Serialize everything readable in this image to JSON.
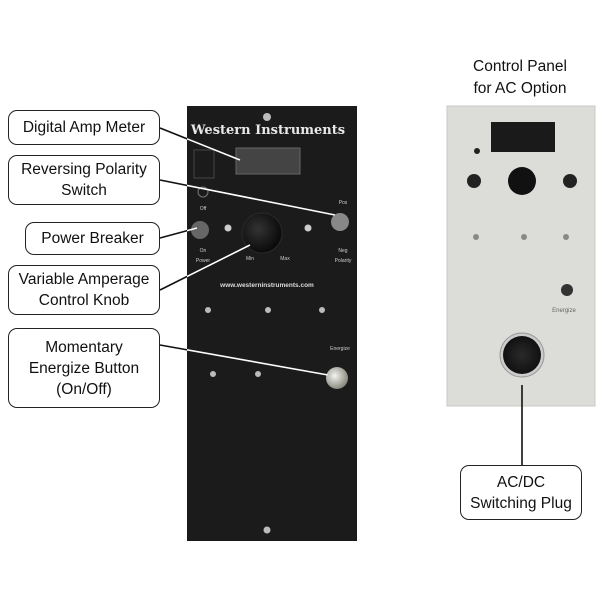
{
  "callouts": {
    "digital_amp_meter": "Digital Amp Meter",
    "reversing_polarity_switch": "Reversing Polarity Switch",
    "power_breaker": "Power Breaker",
    "variable_amperage_knob": "Variable Amperage Control Knob",
    "momentary_energize_button": "Momentary Energize Button (On/Off)",
    "ac_dc_switching_plug": "AC/DC Switching Plug"
  },
  "ac_panel_title": {
    "line1": "Control Panel",
    "line2": "for AC Option"
  },
  "main_panel": {
    "brand": "Western Instruments",
    "website": "www.westerninstruments.com",
    "min_label": "Min",
    "max_label": "Max",
    "pos_label": "Pos",
    "neg_label": "Neg",
    "polarity_label": "Polarity",
    "off_label": "Off",
    "on_label": "On",
    "power_label": "Power",
    "energize_label": "Energize"
  },
  "ac_panel": {
    "energize_label": "Energize"
  },
  "colors": {
    "main_panel": "#1b1b1b",
    "ac_panel": "#d9d9d6",
    "callout_border": "#222222"
  }
}
